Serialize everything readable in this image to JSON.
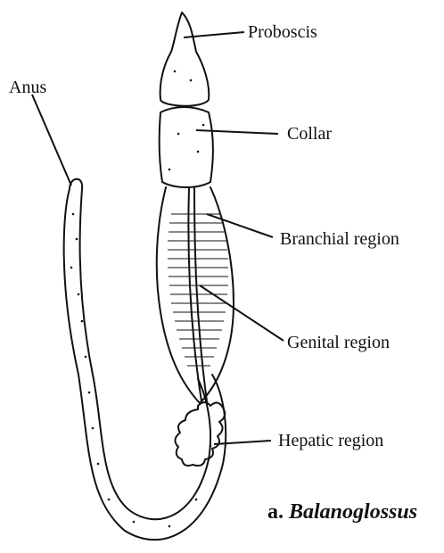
{
  "labels": {
    "proboscis": "Proboscis",
    "anus": "Anus",
    "collar": "Collar",
    "branchial": "Branchial region",
    "genital": "Genital region",
    "hepatic": "Hepatic region"
  },
  "caption": {
    "letter": "a.",
    "genus": "Balanoglossus"
  },
  "colors": {
    "ink": "#111111",
    "background": "#ffffff"
  }
}
